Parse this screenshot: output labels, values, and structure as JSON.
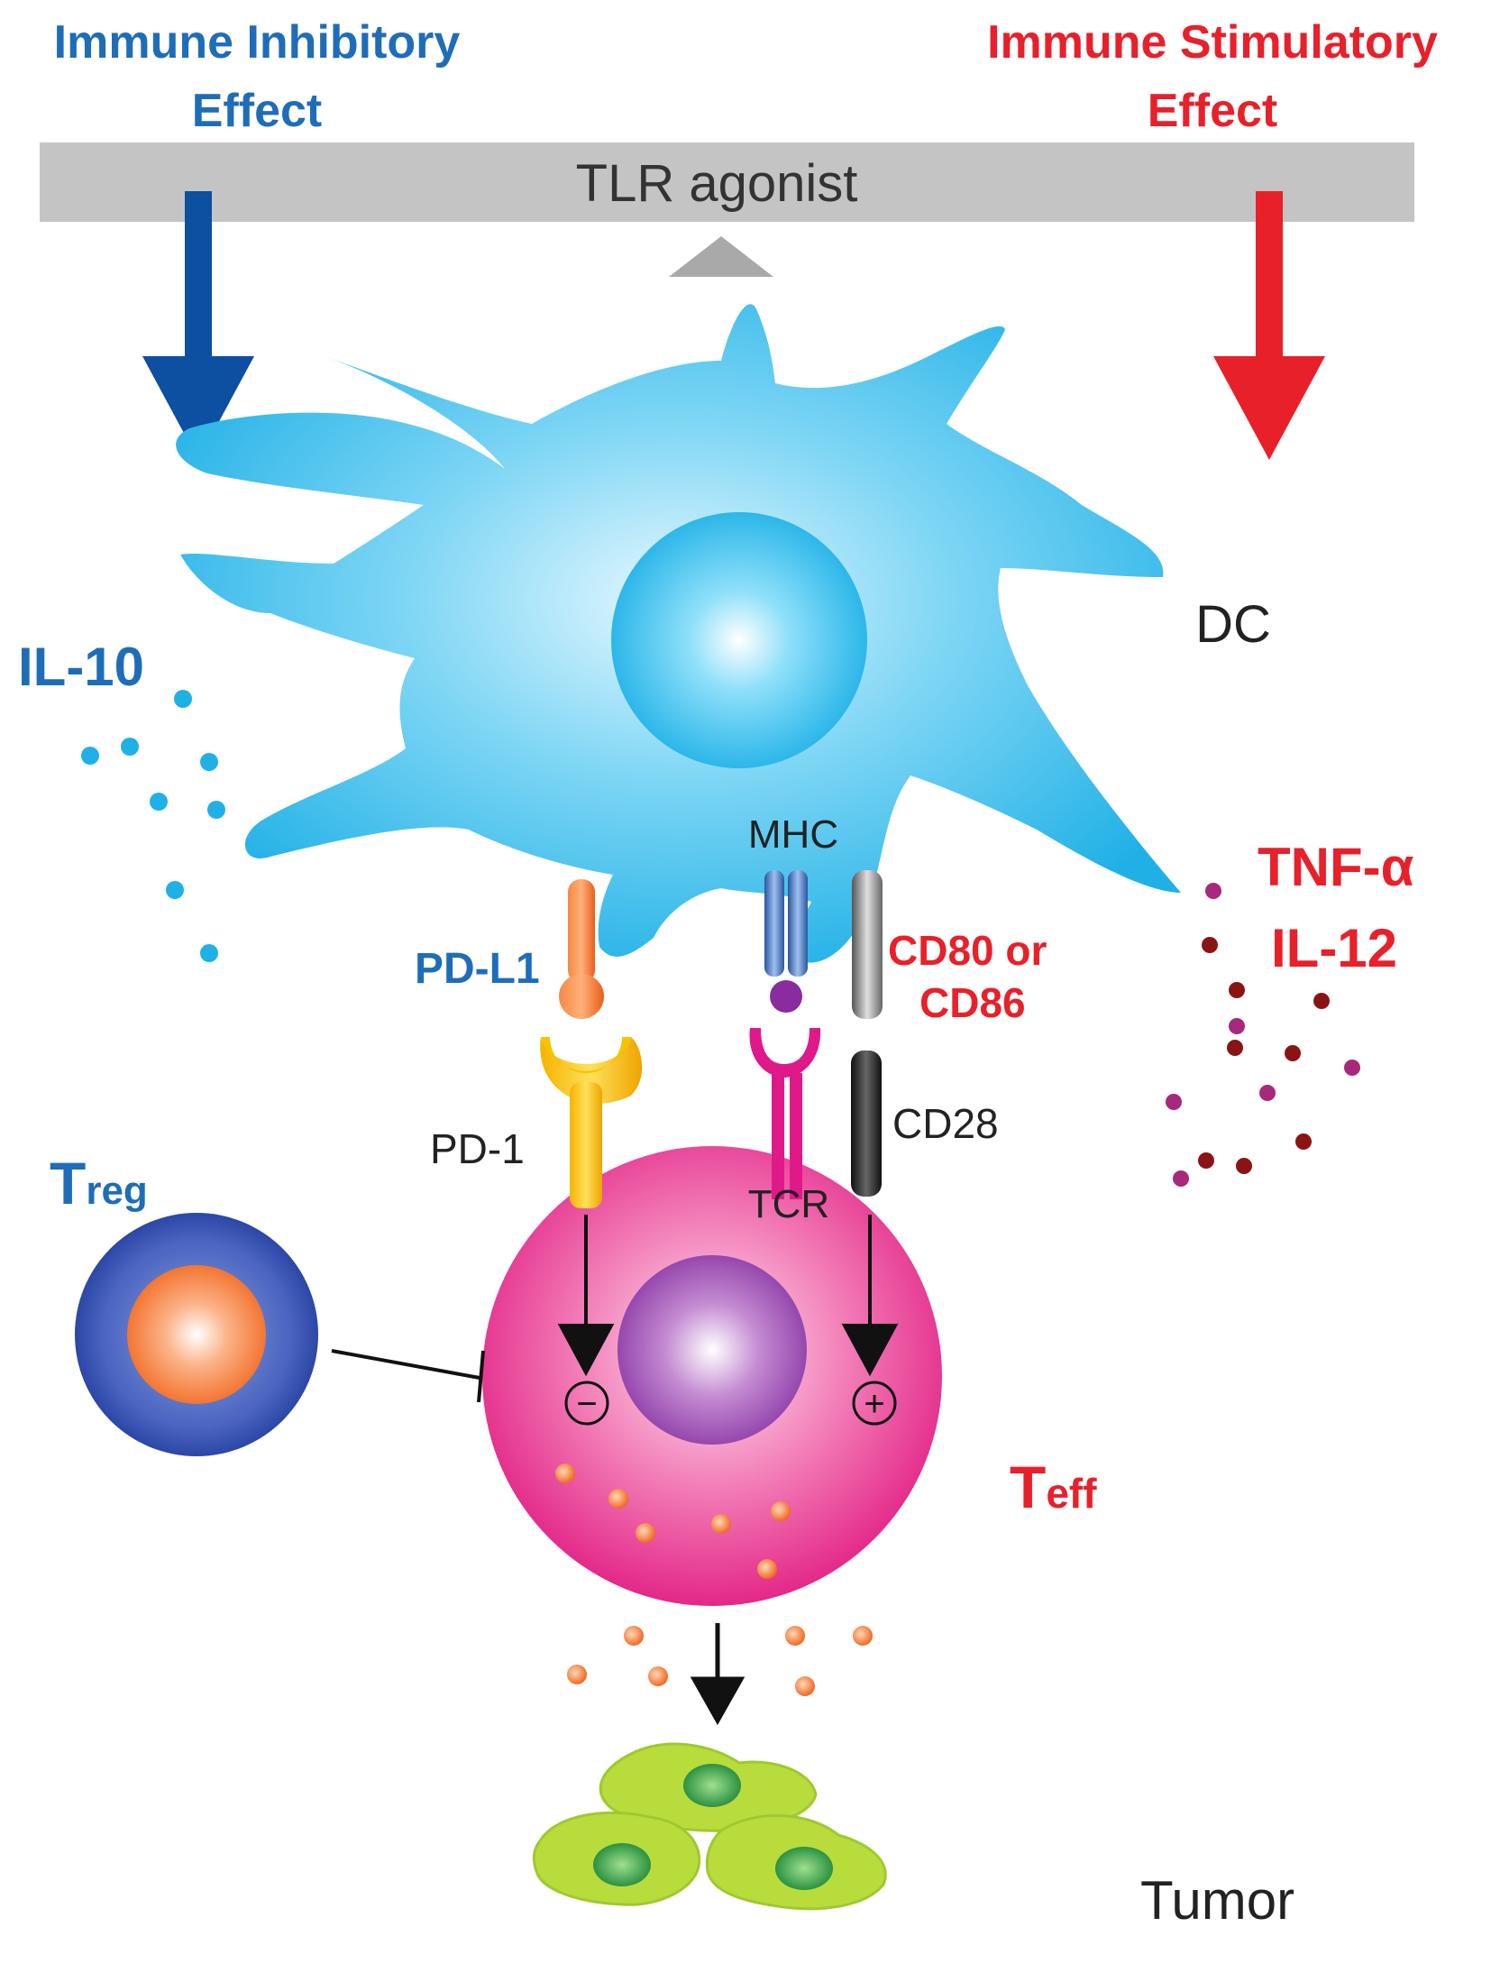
{
  "header": {
    "inhibitory_line1": "Immune Inhibitory",
    "inhibitory_line2": "Effect",
    "stimulatory_line1": "Immune Stimulatory",
    "stimulatory_line2": "Effect",
    "bar_label": "TLR agonist"
  },
  "labels": {
    "dc": "DC",
    "il10": "IL-10",
    "tnf": "TNF-α",
    "il12": "IL-12",
    "mhc": "MHC",
    "pdl1": "PD-L1",
    "cd80_line1": "CD80 or",
    "cd80_line2": "CD86",
    "pd1": "PD-1",
    "tcr": "TCR",
    "cd28": "CD28",
    "treg_big": "T",
    "treg_small": "reg",
    "teff_big": "T",
    "teff_small": "eff",
    "minus": "−",
    "plus": "+",
    "tumor": "Tumor"
  },
  "colors": {
    "inhibitory_blue": "#1f6db8",
    "arrow_blue": "#0d4fa0",
    "stimulatory_red": "#e8202a",
    "bar_gray": "#c4c4c4",
    "dc_cyan": "#29b6e8",
    "teff_magenta": "#e8197e",
    "pdl1_orange": "#f26f2a",
    "pd1_yellow": "#f5b800",
    "mhc_blue": "#3f6fb6",
    "tcr_pink": "#e0198a",
    "tumor_green": "#b8dc3c"
  }
}
